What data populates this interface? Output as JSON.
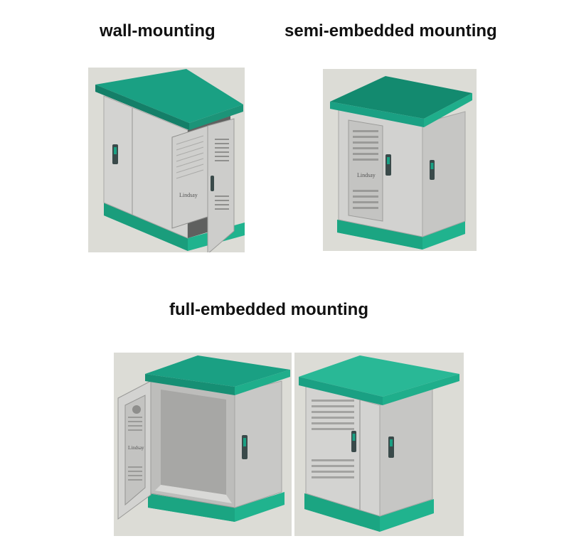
{
  "captions": {
    "wall": "wall-mounting",
    "semi": "semi-embedded mounting",
    "full": "full-embedded mounting"
  },
  "brand_label": "Lindsay",
  "colors": {
    "roof": "#1aa083",
    "roof_light": "#29b896",
    "base": "#20b38e",
    "body": "#d3d3d1",
    "body_shadow": "#b9b9b7",
    "background": "#dcdcd6",
    "handle": "#3a4a4a",
    "handle_accent": "#1aa083"
  },
  "icons": [
    "wall-mounted-cabinet-image",
    "semi-embedded-cabinet-image",
    "full-embedded-cabinet-open-image",
    "full-embedded-cabinet-closed-image"
  ]
}
